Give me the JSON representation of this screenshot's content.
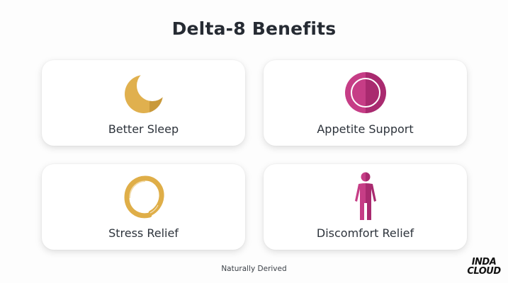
{
  "title": "Delta-8 Benefits",
  "cards": [
    {
      "label": "Better Sleep",
      "icon": "moon-icon",
      "color": "#e0b04e",
      "shade": "#c9993a"
    },
    {
      "label": "Appetite Support",
      "icon": "plate-icon",
      "color": "#c63d86",
      "shade": "#a92a6f"
    },
    {
      "label": "Stress Relief",
      "icon": "enso-circle-icon",
      "color": "#dfae48"
    },
    {
      "label": "Discomfort Relief",
      "icon": "person-icon",
      "color": "#c63d86",
      "shade": "#a92a6f"
    }
  ],
  "footer": {
    "text": "Naturally Derived"
  },
  "logo": {
    "line1": "INDA",
    "line2": "CLOUD"
  }
}
